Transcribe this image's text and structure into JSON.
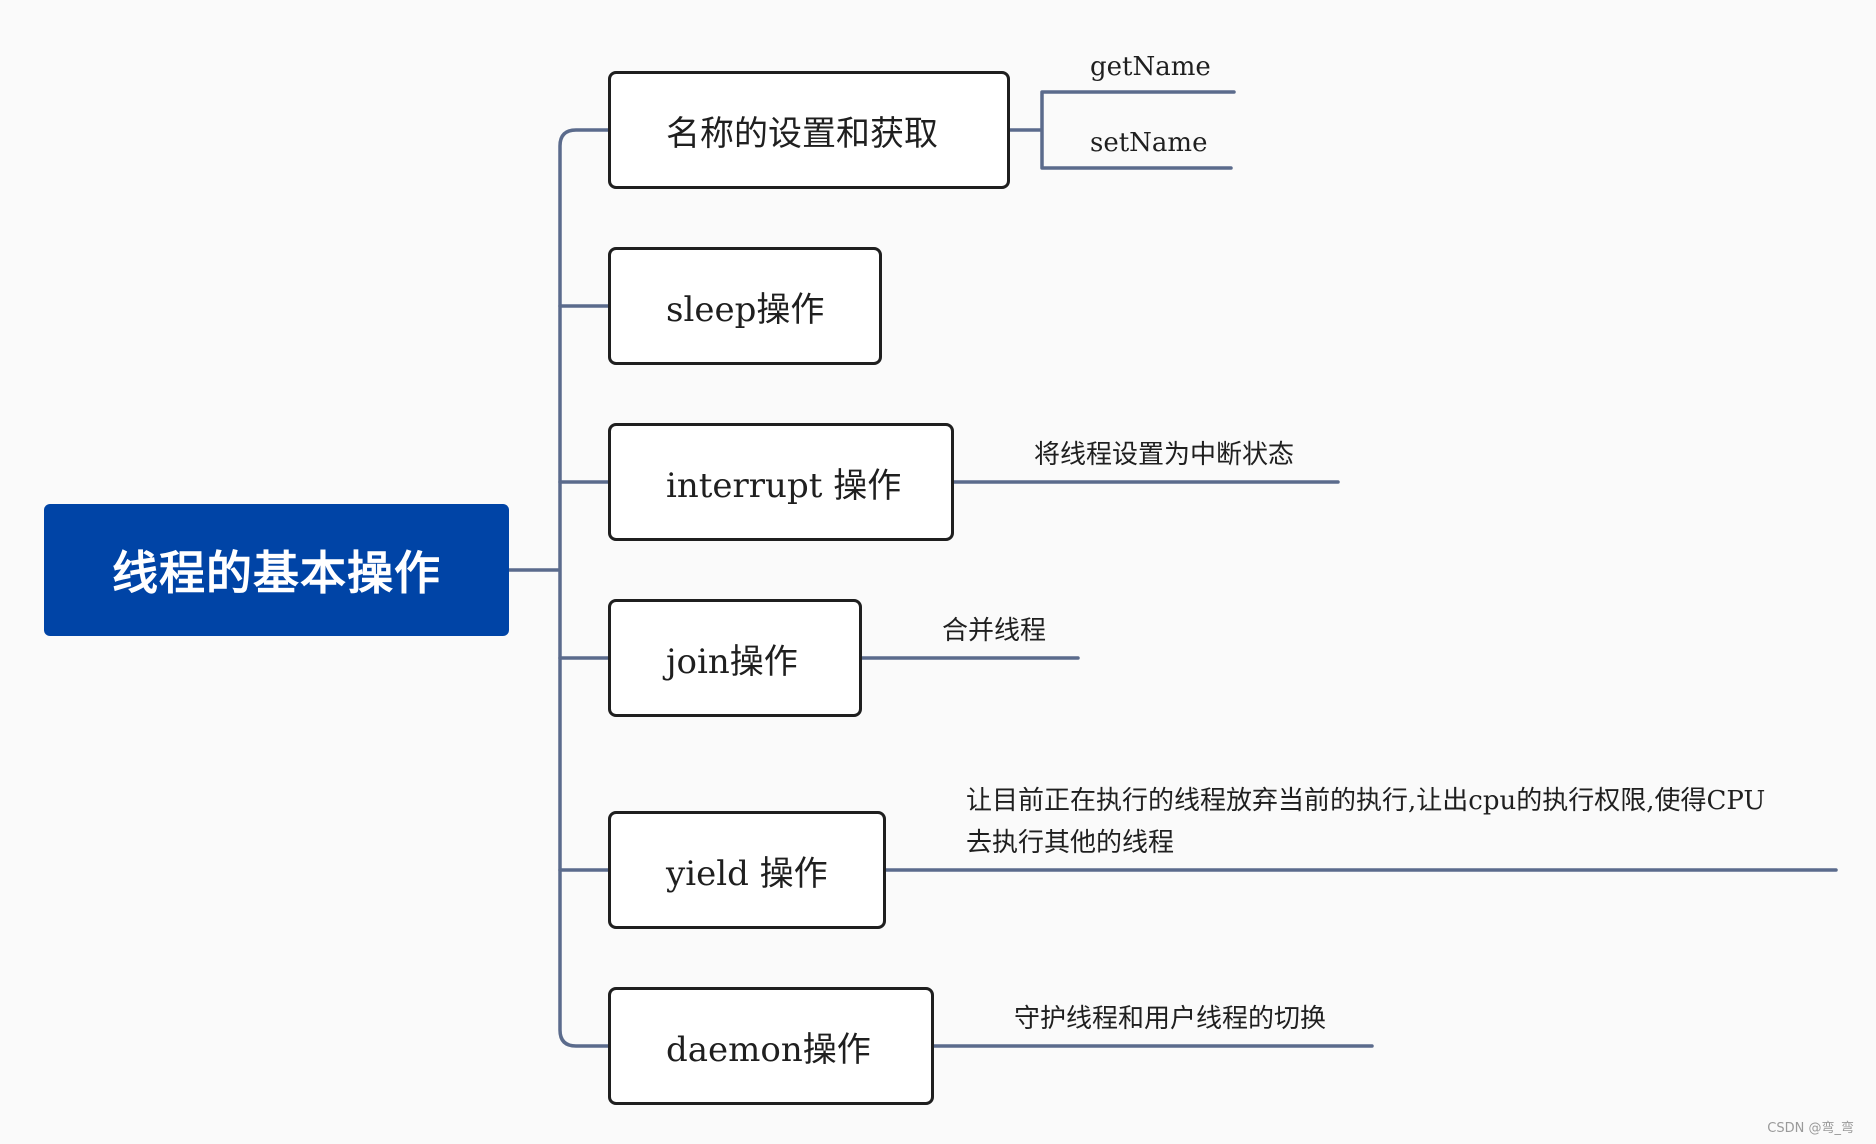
{
  "root": {
    "label": "线程的基本操作"
  },
  "nodes": [
    {
      "label": "名称的设置和获取"
    },
    {
      "label": "sleep操作"
    },
    {
      "label": "interrupt 操作"
    },
    {
      "label": "join操作"
    },
    {
      "label": "yield 操作"
    },
    {
      "label": "daemon操作"
    }
  ],
  "leaves": {
    "getname": "getName",
    "setname": "setName",
    "interrupt": "将线程设置为中断状态",
    "join": "合并线程",
    "yield_line1": "让目前正在执行的线程放弃当前的执行,让出cpu的执行权限,使得CPU",
    "yield_line2": "去执行其他的线程",
    "daemon": "守护线程和用户线程的切换"
  },
  "watermark": "CSDN @弯_弯",
  "colors": {
    "root_fill": "#0044a6",
    "connector": "#5b6b8c",
    "node_border": "#1f1f1f",
    "background": "#fafafa"
  }
}
